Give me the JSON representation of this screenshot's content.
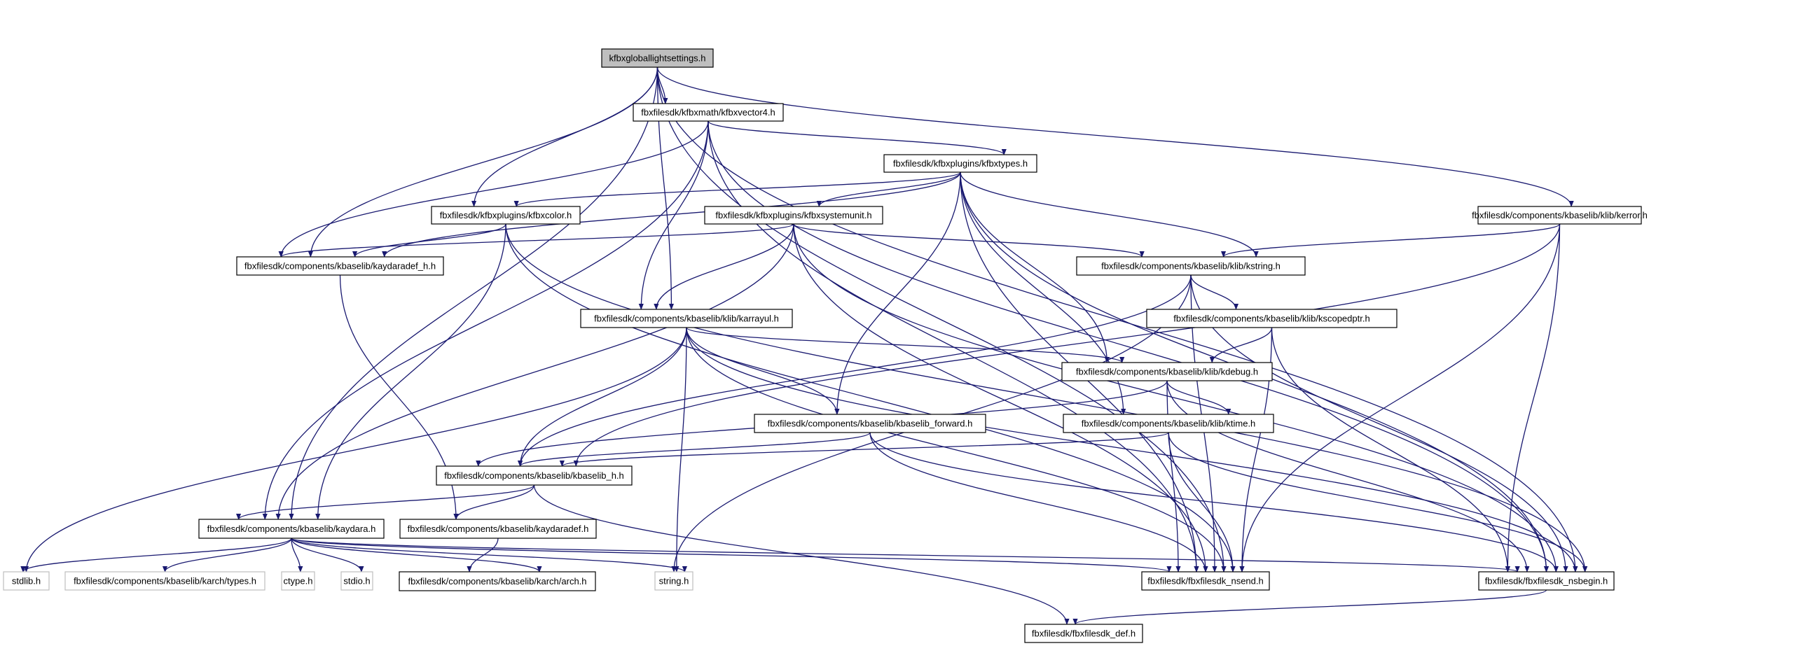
{
  "title": "kfbxgloballightsettings.h include dependency graph",
  "colors": {
    "edge": "#191970",
    "root_fill": "#bfbfbf",
    "node_fill": "#ffffff",
    "external_border": "#bfbfbf"
  },
  "nodes": [
    {
      "id": "root",
      "label": "kfbxgloballightsettings.h",
      "kind": "root"
    },
    {
      "id": "vector4",
      "label": "fbxfilesdk/kfbxmath/kfbxvector4.h",
      "kind": "normal"
    },
    {
      "id": "types",
      "label": "fbxfilesdk/kfbxplugins/kfbxtypes.h",
      "kind": "normal"
    },
    {
      "id": "color",
      "label": "fbxfilesdk/kfbxplugins/kfbxcolor.h",
      "kind": "normal"
    },
    {
      "id": "systemunit",
      "label": "fbxfilesdk/kfbxplugins/kfbxsystemunit.h",
      "kind": "normal"
    },
    {
      "id": "kerror",
      "label": "fbxfilesdk/components/kbaselib/klib/kerror.h",
      "kind": "normal"
    },
    {
      "id": "kaydaradef_h",
      "label": "fbxfilesdk/components/kbaselib/kaydaradef_h.h",
      "kind": "normal"
    },
    {
      "id": "kstring",
      "label": "fbxfilesdk/components/kbaselib/klib/kstring.h",
      "kind": "normal"
    },
    {
      "id": "kscopedptr",
      "label": "fbxfilesdk/components/kbaselib/klib/kscopedptr.h",
      "kind": "normal"
    },
    {
      "id": "karrayul",
      "label": "fbxfilesdk/components/kbaselib/klib/karrayul.h",
      "kind": "normal"
    },
    {
      "id": "kdebug",
      "label": "fbxfilesdk/components/kbaselib/klib/kdebug.h",
      "kind": "normal"
    },
    {
      "id": "kbaselib_forward",
      "label": "fbxfilesdk/components/kbaselib/kbaselib_forward.h",
      "kind": "normal"
    },
    {
      "id": "ktime",
      "label": "fbxfilesdk/components/kbaselib/klib/ktime.h",
      "kind": "normal"
    },
    {
      "id": "kbaselib_h",
      "label": "fbxfilesdk/components/kbaselib/kbaselib_h.h",
      "kind": "normal"
    },
    {
      "id": "kaydara",
      "label": "fbxfilesdk/components/kbaselib/kaydara.h",
      "kind": "normal"
    },
    {
      "id": "kaydaradef",
      "label": "fbxfilesdk/components/kbaselib/kaydaradef.h",
      "kind": "normal"
    },
    {
      "id": "stdlib",
      "label": "stdlib.h",
      "kind": "ext"
    },
    {
      "id": "karch_types",
      "label": "fbxfilesdk/components/kbaselib/karch/types.h",
      "kind": "ext"
    },
    {
      "id": "ctype",
      "label": "ctype.h",
      "kind": "ext"
    },
    {
      "id": "stdio",
      "label": "stdio.h",
      "kind": "ext"
    },
    {
      "id": "arch",
      "label": "fbxfilesdk/components/kbaselib/karch/arch.h",
      "kind": "normal"
    },
    {
      "id": "string",
      "label": "string.h",
      "kind": "ext"
    },
    {
      "id": "nsend",
      "label": "fbxfilesdk/fbxfilesdk_nsend.h",
      "kind": "normal"
    },
    {
      "id": "nsbegin",
      "label": "fbxfilesdk/fbxfilesdk_nsbegin.h",
      "kind": "normal"
    },
    {
      "id": "def",
      "label": "fbxfilesdk/fbxfilesdk_def.h",
      "kind": "normal"
    }
  ],
  "edges": [
    [
      "root",
      "vector4"
    ],
    [
      "root",
      "color"
    ],
    [
      "root",
      "kaydaradef_h"
    ],
    [
      "root",
      "karrayul"
    ],
    [
      "root",
      "kaydara"
    ],
    [
      "root",
      "kerror"
    ],
    [
      "root",
      "nsend"
    ],
    [
      "root",
      "nsbegin"
    ],
    [
      "vector4",
      "types"
    ],
    [
      "vector4",
      "kaydaradef_h"
    ],
    [
      "vector4",
      "karrayul"
    ],
    [
      "vector4",
      "kaydara"
    ],
    [
      "vector4",
      "nsend"
    ],
    [
      "vector4",
      "nsbegin"
    ],
    [
      "types",
      "color"
    ],
    [
      "types",
      "systemunit"
    ],
    [
      "types",
      "kaydaradef_h"
    ],
    [
      "types",
      "kstring"
    ],
    [
      "types",
      "kdebug"
    ],
    [
      "types",
      "ktime"
    ],
    [
      "types",
      "kbaselib_forward"
    ],
    [
      "types",
      "nsend"
    ],
    [
      "types",
      "nsbegin"
    ],
    [
      "color",
      "kaydaradef_h"
    ],
    [
      "color",
      "kaydara"
    ],
    [
      "color",
      "nsend"
    ],
    [
      "color",
      "nsbegin"
    ],
    [
      "systemunit",
      "kaydaradef_h"
    ],
    [
      "systemunit",
      "kstring"
    ],
    [
      "systemunit",
      "karrayul"
    ],
    [
      "systemunit",
      "kaydara"
    ],
    [
      "systemunit",
      "nsend"
    ],
    [
      "systemunit",
      "nsbegin"
    ],
    [
      "kerror",
      "kstring"
    ],
    [
      "kerror",
      "kbaselib_h"
    ],
    [
      "kerror",
      "nsend"
    ],
    [
      "kerror",
      "nsbegin"
    ],
    [
      "kaydaradef_h",
      "kaydaradef"
    ],
    [
      "kstring",
      "kscopedptr"
    ],
    [
      "kstring",
      "kbaselib_h"
    ],
    [
      "kstring",
      "string"
    ],
    [
      "kstring",
      "nsend"
    ],
    [
      "kstring",
      "nsbegin"
    ],
    [
      "kscopedptr",
      "kdebug"
    ],
    [
      "kscopedptr",
      "nsend"
    ],
    [
      "kscopedptr",
      "nsbegin"
    ],
    [
      "karrayul",
      "kdebug"
    ],
    [
      "karrayul",
      "kbaselib_forward"
    ],
    [
      "karrayul",
      "kbaselib_h"
    ],
    [
      "karrayul",
      "stdlib"
    ],
    [
      "karrayul",
      "string"
    ],
    [
      "karrayul",
      "nsend"
    ],
    [
      "karrayul",
      "nsbegin"
    ],
    [
      "kdebug",
      "ktime"
    ],
    [
      "kdebug",
      "kbaselib_h"
    ],
    [
      "kdebug",
      "nsend"
    ],
    [
      "kdebug",
      "nsbegin"
    ],
    [
      "kbaselib_forward",
      "kbaselib_h"
    ],
    [
      "kbaselib_forward",
      "nsend"
    ],
    [
      "kbaselib_forward",
      "nsbegin"
    ],
    [
      "ktime",
      "kbaselib_h"
    ],
    [
      "ktime",
      "nsend"
    ],
    [
      "ktime",
      "nsbegin"
    ],
    [
      "kbaselib_h",
      "kaydara"
    ],
    [
      "kbaselib_h",
      "kaydaradef"
    ],
    [
      "kbaselib_h",
      "def"
    ],
    [
      "kaydara",
      "stdlib"
    ],
    [
      "kaydara",
      "karch_types"
    ],
    [
      "kaydara",
      "ctype"
    ],
    [
      "kaydara",
      "stdio"
    ],
    [
      "kaydara",
      "arch"
    ],
    [
      "kaydara",
      "string"
    ],
    [
      "kaydara",
      "nsend"
    ],
    [
      "kaydara",
      "nsbegin"
    ],
    [
      "kaydaradef",
      "arch"
    ],
    [
      "nsbegin",
      "def"
    ]
  ]
}
